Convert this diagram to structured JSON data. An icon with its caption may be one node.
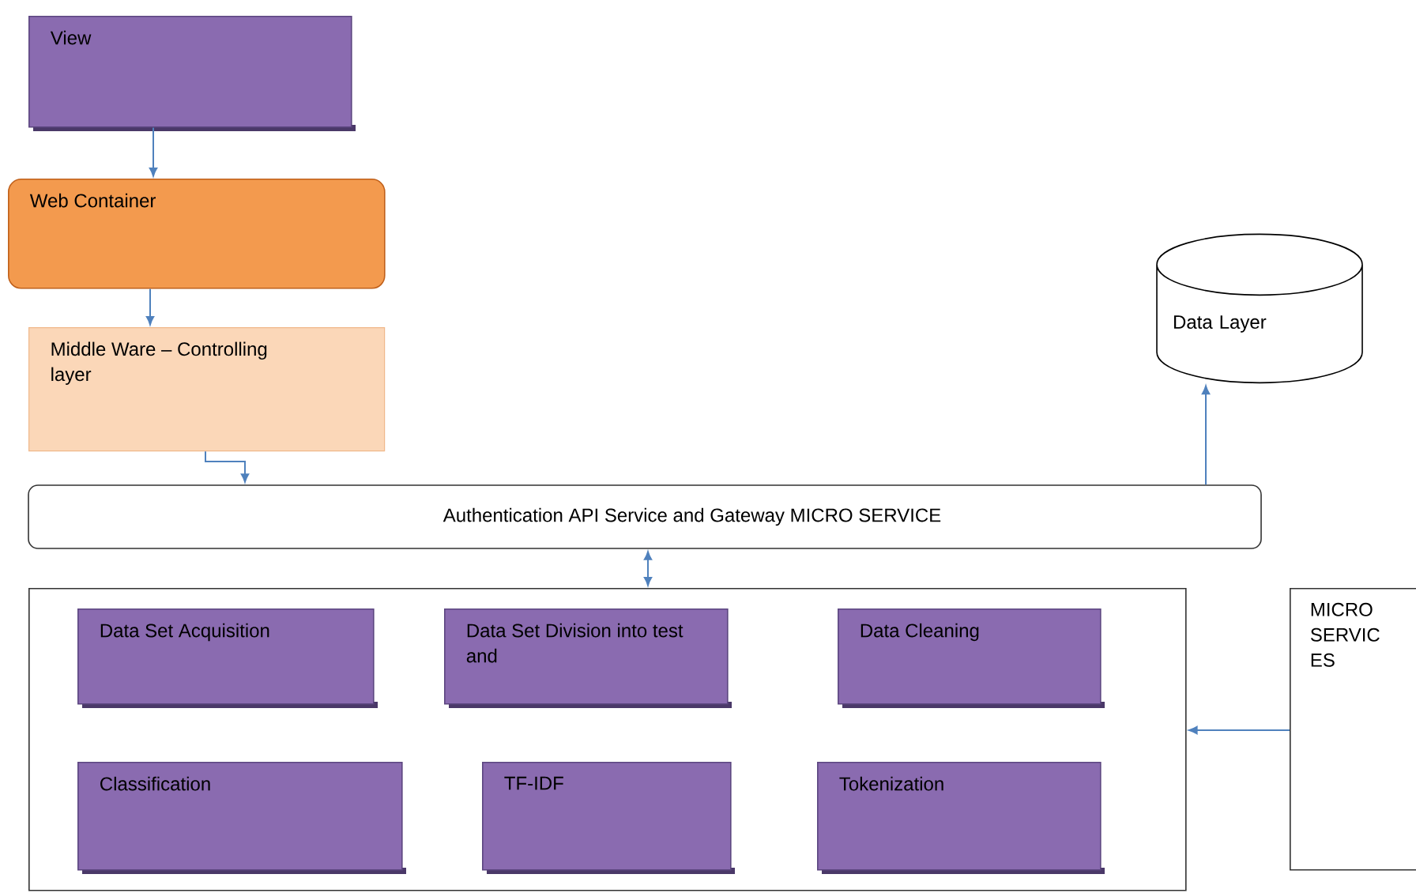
{
  "diagram": {
    "nodes": [
      {
        "text": [
          "View"
        ]
      },
      {
        "text": [
          "Web Container"
        ]
      },
      {
        "text": [
          "Middle Ware – Controlling layer"
        ]
      },
      {
        "text": [
          "Data Layer"
        ]
      },
      {
        "text": [
          "Authentication API Service and Gateway MICRO SERVICE"
        ]
      },
      {
        "text": [],
        "shape": "box"
      },
      {
        "text": [
          "Data Set Acquisition"
        ],
        "in": 5
      },
      {
        "text": [
          "Data Set Division into test and"
        ],
        "in": 5
      },
      {
        "text": [
          "Data Cleaning"
        ],
        "in": 5
      },
      {
        "text": [
          "Classification"
        ],
        "in": 5
      },
      {
        "text": [
          "TF-IDF"
        ],
        "in": 5
      },
      {
        "text": [
          "Tokenization"
        ],
        "in": 5
      },
      {
        "text": [
          "MICRO SERVIC ES"
        ]
      }
    ],
    "edges": [
      {
        "from": 0,
        "to": 1,
        "arrow": "to"
      },
      {
        "from": 1,
        "to": 2,
        "arrow": "to"
      },
      {
        "from": 2,
        "to": 4,
        "arrow": "to"
      },
      {
        "from": 4,
        "to": 3,
        "arrow": "to"
      },
      {
        "from": 4,
        "to": 5,
        "arrow": "both"
      },
      {
        "from": 12,
        "to": 5,
        "arrow": "to"
      }
    ]
  }
}
